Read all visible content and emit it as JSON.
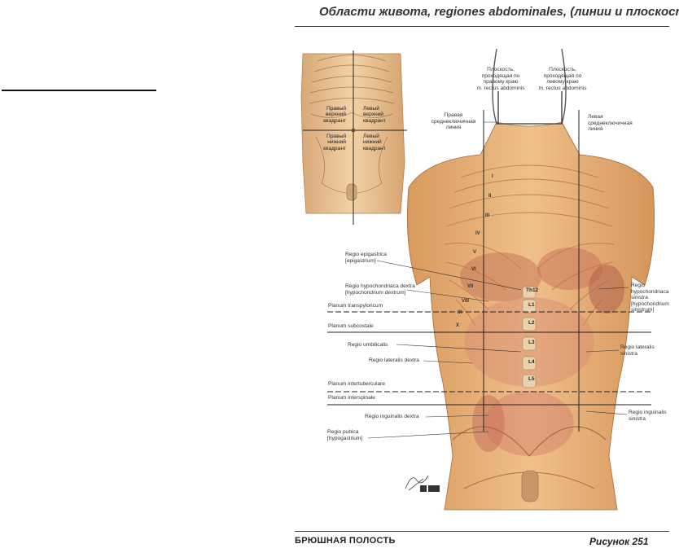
{
  "page": {
    "title": "Области живота, regiones abdominales, (линии и плоскости)",
    "footer_section": "БРЮШНАЯ ПОЛОСТЬ",
    "footer_figure": "Рисунок 251"
  },
  "inset": {
    "upper_right": "Правый\nверхний\nквадрант",
    "upper_left": "Левый\nверхний\nквадрант",
    "lower_right": "Правый\nнижний\nквадрант",
    "lower_left": "Левый\nнижний\nквадрант"
  },
  "top_labels": {
    "right_rectus": "Плоскость,\nпроходящая по\nправому краю\nm. rectus abdominis",
    "left_rectus": "Плоскость,\nпроходящая по\nлевому краю\nm. rectus abdominis",
    "right_midclavicular": "Правая\nсреднеключичная\nлиния",
    "left_midclavicular": "Левая\nсреднеключичная\nлиния"
  },
  "left_labels": {
    "epigastrica": "Regio epigastrica\n[epigastrium]",
    "hypochondriaca_dextra": "Regio hypochondriaca dextra\n[hypochondrium dextrum]",
    "transpyloricum": "Planum transpyloricum",
    "subcostale": "Planum subcostale",
    "umbilicalis": "Regio umbilicalis",
    "lateralis_dextra": "Regio lateralis dextra",
    "intertuberculare": "Planum intertuberculare",
    "interspinale": "Planum interspinale",
    "inguinalis_dextra": "Regio inguinalis dextra",
    "pubica": "Regio pubica\n[hypogastrium]"
  },
  "right_labels": {
    "hypochondriaca_sinistra": "Regio\nhypochondriaca\nsinistra\n[hypochondrium\nsinistrum]",
    "lateralis_sinistra": "Regio lateralis\nsinistra",
    "inguinalis_sinistra": "Regio inguinalis\nsinistra"
  },
  "ribs": [
    "I",
    "II",
    "III",
    "IV",
    "V",
    "VI",
    "VII",
    "VIII",
    "IX",
    "X"
  ],
  "vertebrae": [
    "Th12",
    "L1",
    "L2",
    "L3",
    "L4",
    "L5"
  ],
  "signature": "F. Netter",
  "publisher_mark": "ICON"
}
